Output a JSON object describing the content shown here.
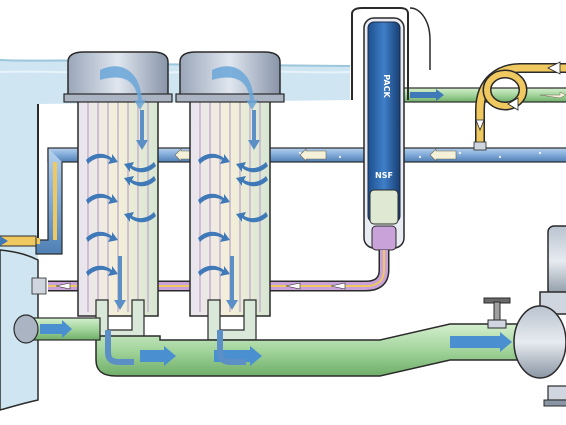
{
  "diagram": {
    "dispenser_label": "PACK",
    "dispenser_sub_label": "NSF",
    "colors": {
      "water": "#cfe6f2",
      "water_edge": "#9cc6dc",
      "return_pipe": "#8fb8e0",
      "return_pipe_dark": "#4f7fb3",
      "suction_pipe": "#a8d8a0",
      "suction_pipe_dark": "#5e9a5b",
      "chemical_pipe": "#c8a2d8",
      "chemical_line": "#f0c860",
      "arrow_blue": "#3f79b8",
      "arrow_flow": "#4a8fd0",
      "filter_cap": "#b8c4d4",
      "filter_body": "#d9e8d8",
      "outline": "#2a2a2a"
    },
    "components": [
      "pool-wall",
      "filter-left",
      "filter-right",
      "chemical-dispenser",
      "heater-coil",
      "pump",
      "valve"
    ]
  }
}
